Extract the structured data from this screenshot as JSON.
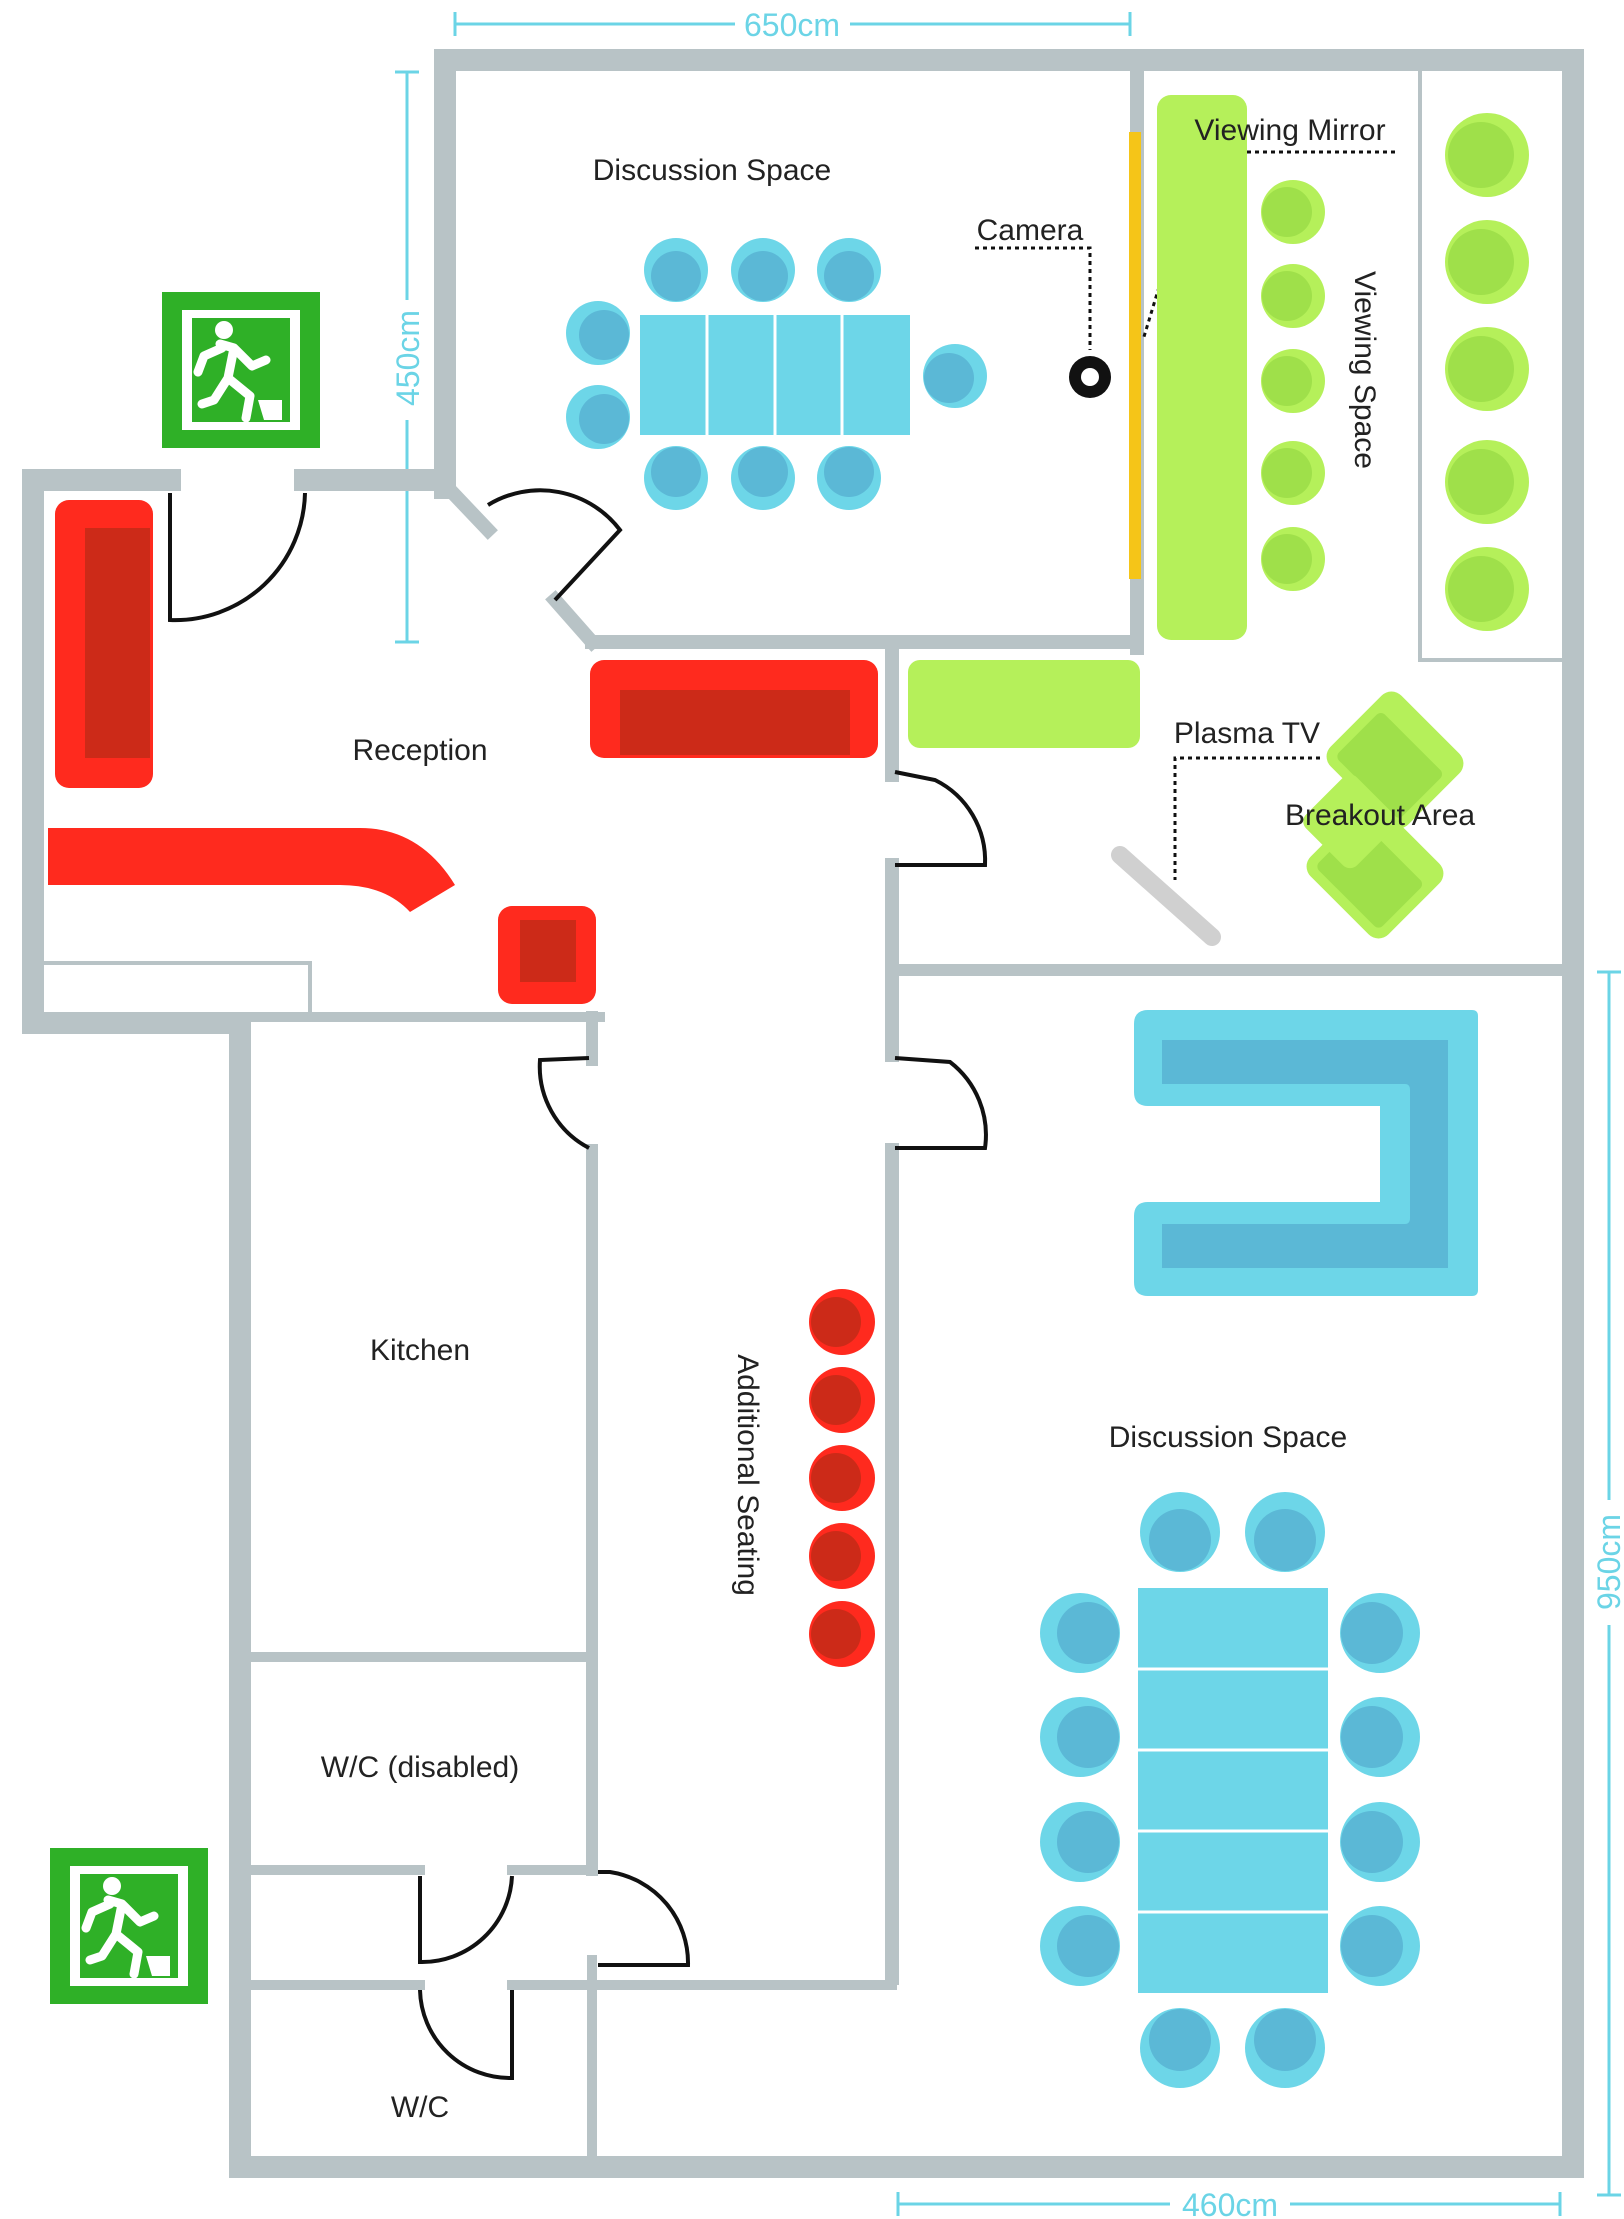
{
  "dimensions": {
    "top_width": "650cm",
    "left_height": "450cm",
    "right_height": "950cm",
    "bottom_width": "460cm"
  },
  "rooms": {
    "discussion_top": "Discussion Space",
    "camera": "Camera",
    "viewing_mirror": "Viewing Mirror",
    "viewing_space": "Viewing Space",
    "reception": "Reception",
    "plasma_tv": "Plasma TV",
    "breakout_area": "Breakout Area",
    "kitchen": "Kitchen",
    "additional_seating": "Additional Seating",
    "discussion_bottom": "Discussion Space",
    "wc_disabled": "W/C (disabled)",
    "wc": "W/C"
  },
  "icons": [
    "emergency-exit-icon",
    "camera-icon"
  ],
  "colors": {
    "wall": "#b8c3c6",
    "blue": "#6dd6e8",
    "blue_dark": "#5bb8d6",
    "green": "#b5f05a",
    "green_dark": "#9fe04a",
    "red": "#ff2a1e",
    "red_dark": "#cc2a18",
    "mirror": "#f5c518",
    "exit_green": "#2fb027",
    "dimension_line": "#6bd4e6"
  }
}
